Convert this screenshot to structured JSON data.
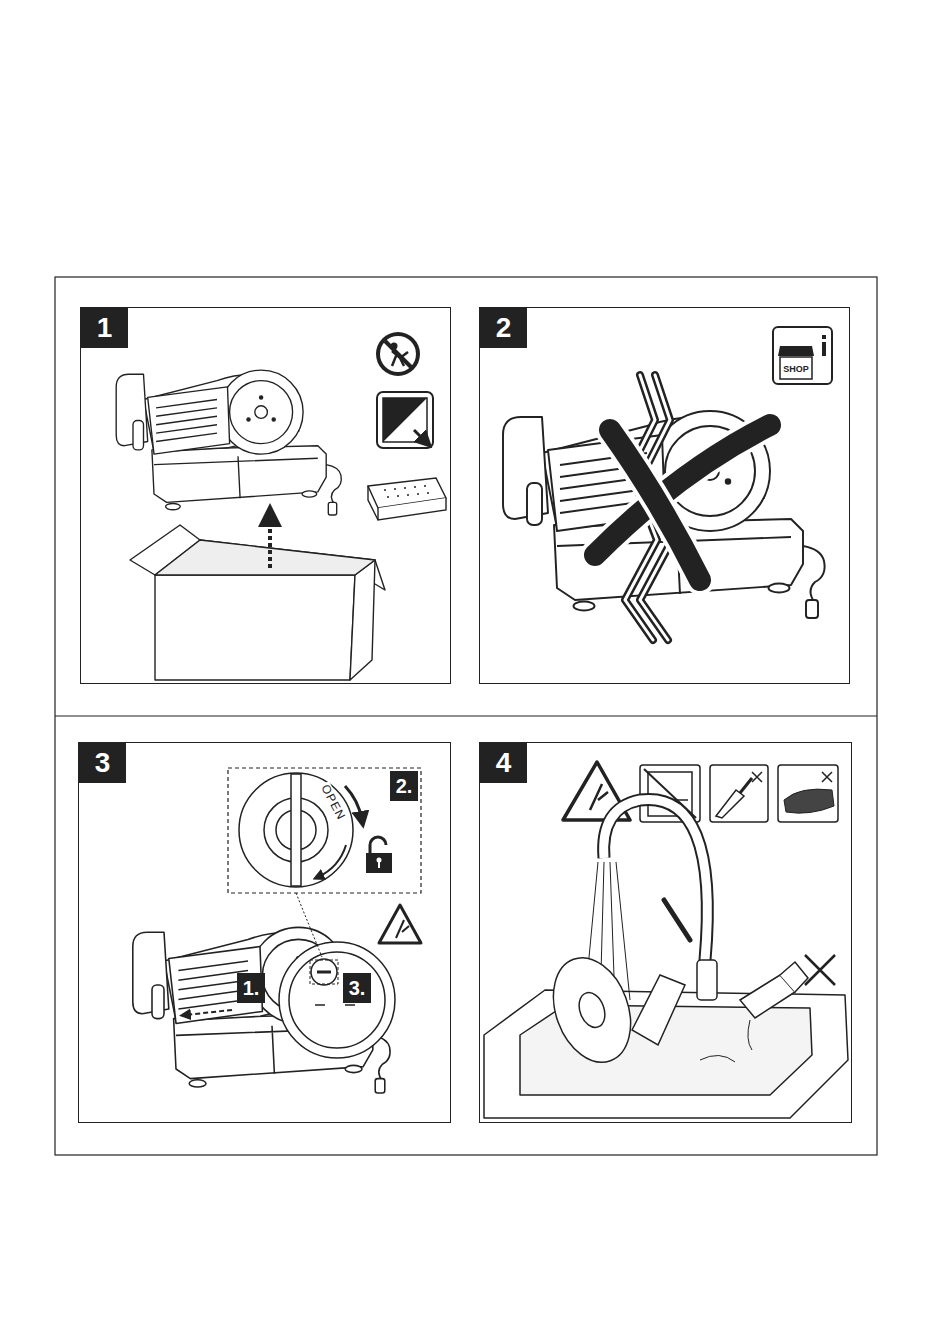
{
  "diagram": {
    "nodes": [
      {
        "text": [
          "1"
        ]
      },
      {
        "text": [
          "2"
        ]
      },
      {
        "text": [
          "3"
        ]
      },
      {
        "text": [
          "4"
        ]
      }
    ],
    "labels": [
      "SHOP",
      "OPEN",
      "2.",
      "1.",
      "3."
    ]
  }
}
